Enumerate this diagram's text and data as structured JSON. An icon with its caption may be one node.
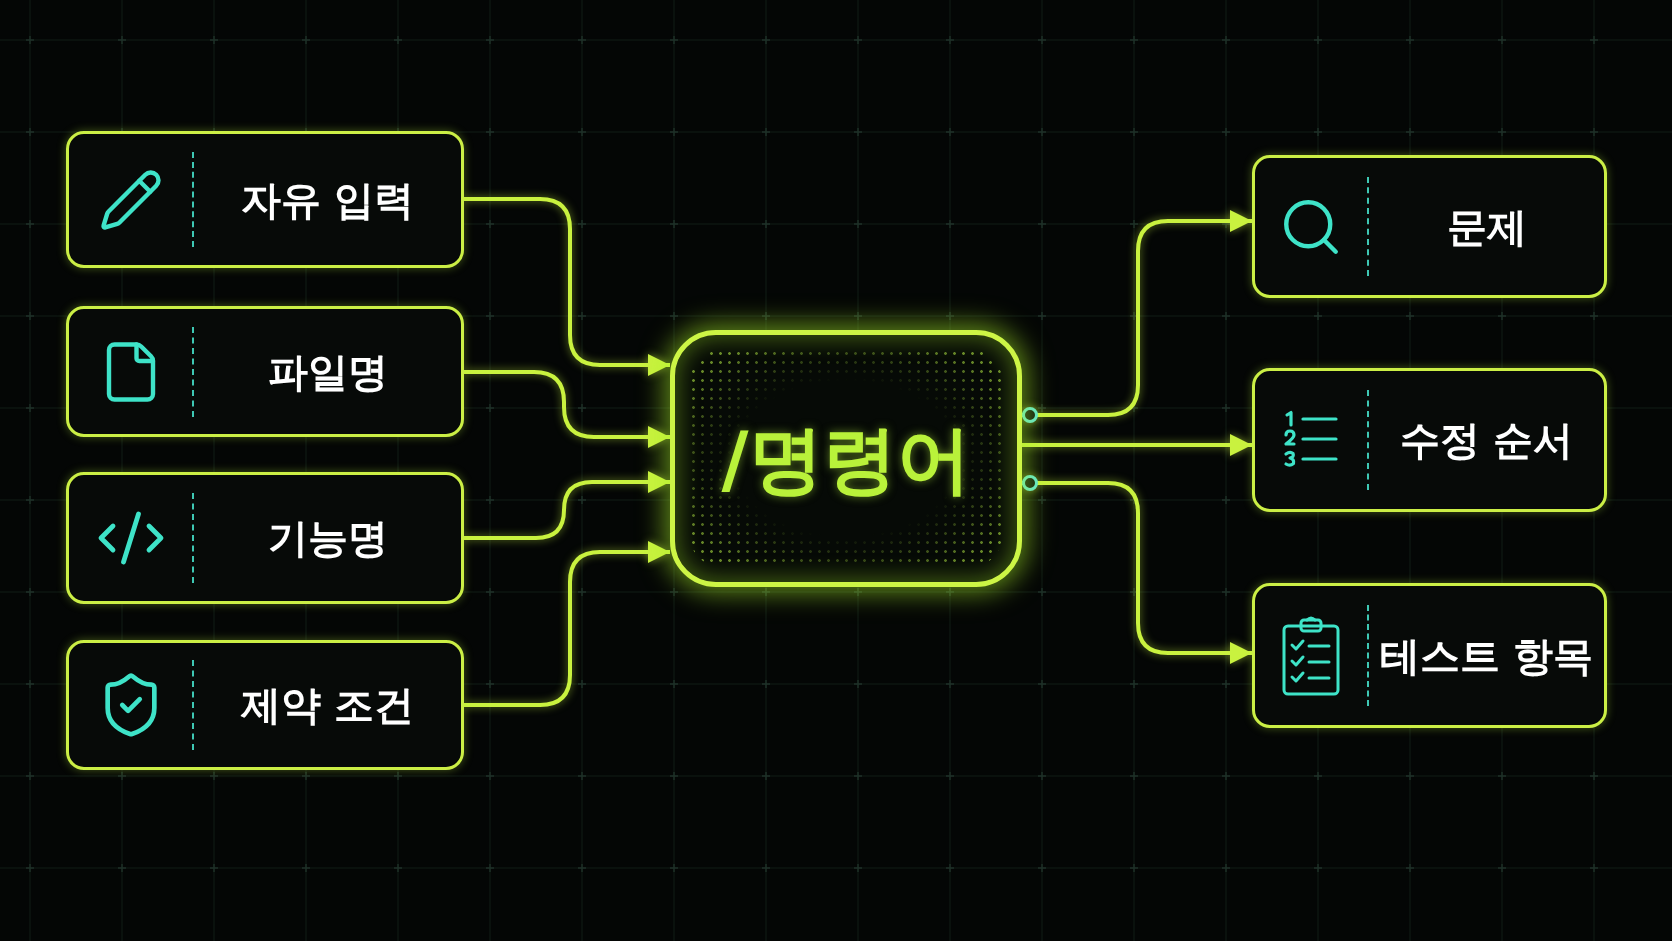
{
  "diagram": {
    "nodes": [
      {
        "text": [
          "자유 입력"
        ]
      },
      {
        "text": [
          "파일명"
        ]
      },
      {
        "text": [
          "기능명"
        ]
      },
      {
        "text": [
          "제약 조건"
        ]
      },
      {
        "text": [
          "/명령어"
        ]
      },
      {
        "text": [
          "문제"
        ]
      },
      {
        "text": [
          "수정 순서"
        ]
      },
      {
        "text": [
          "테스트 항목"
        ]
      }
    ],
    "edges": [
      {
        "from": 0,
        "to": 4,
        "arrow": "to"
      },
      {
        "from": 1,
        "to": 4,
        "arrow": "to"
      },
      {
        "from": 2,
        "to": 4,
        "arrow": "to"
      },
      {
        "from": 3,
        "to": 4,
        "arrow": "to"
      },
      {
        "from": 4,
        "to": 5,
        "arrow": "to"
      },
      {
        "from": 4,
        "to": 6,
        "arrow": "to"
      },
      {
        "from": 4,
        "to": 7,
        "arrow": "to"
      }
    ]
  }
}
